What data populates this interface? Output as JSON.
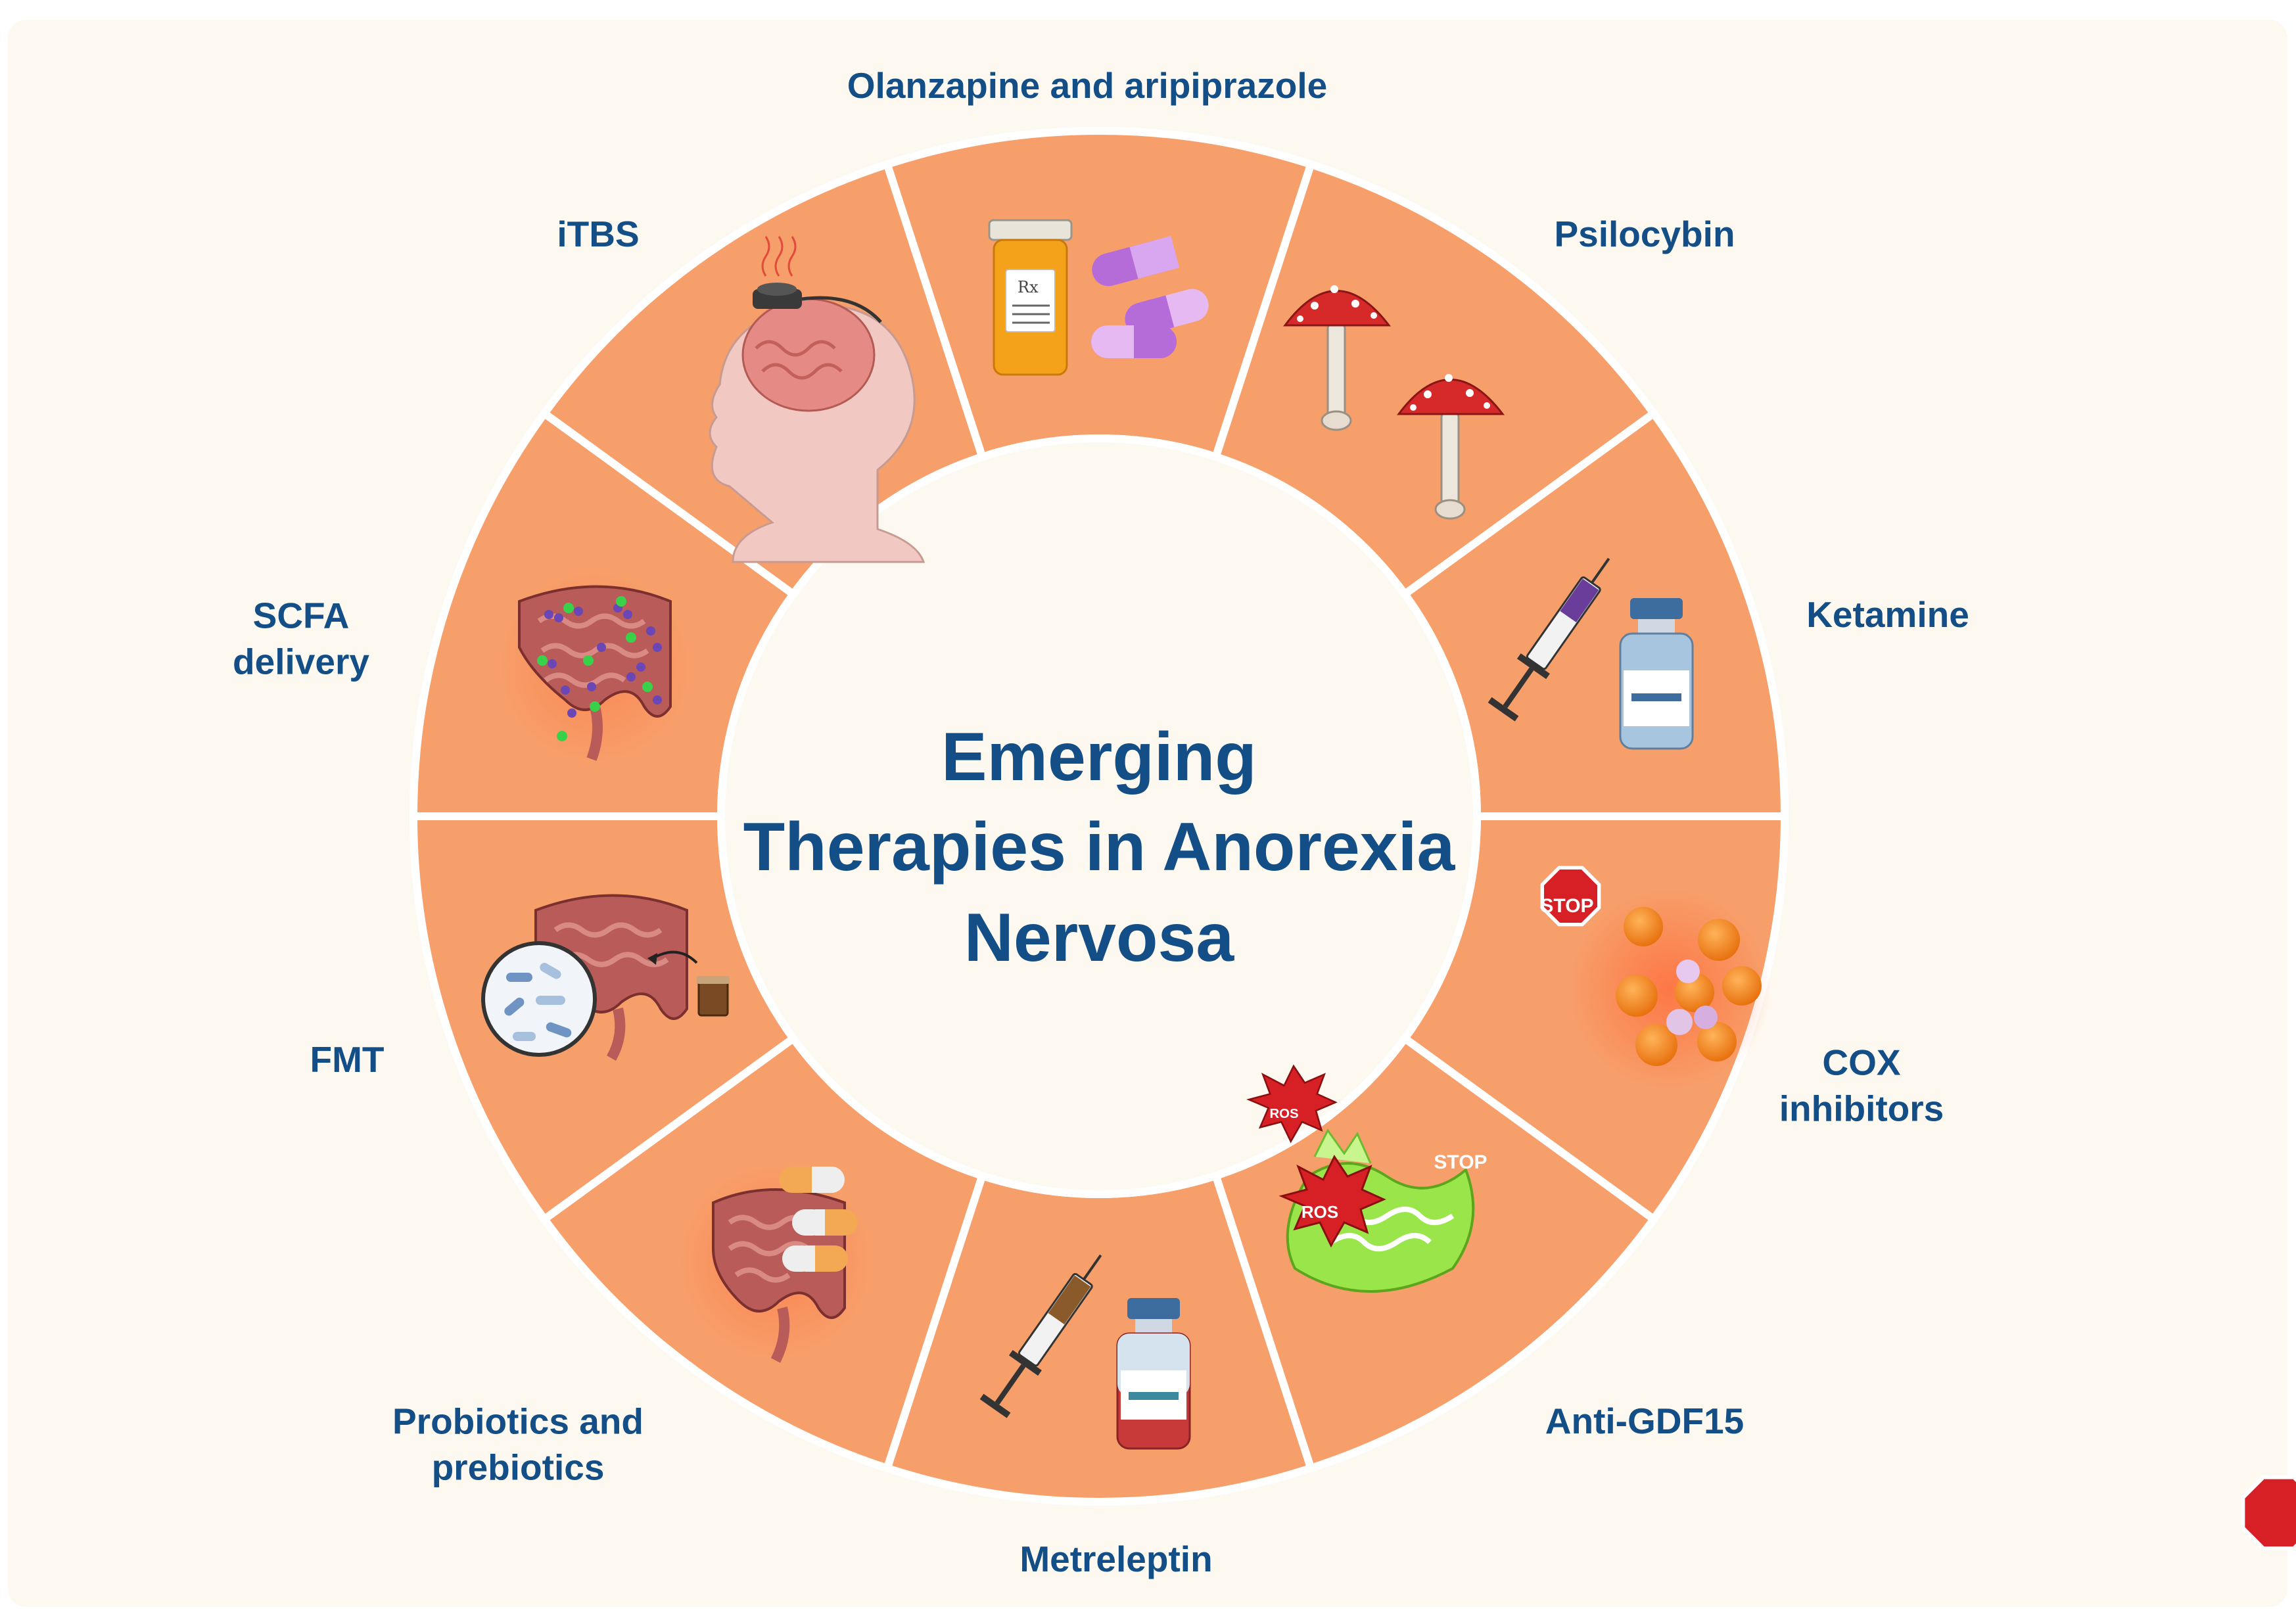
{
  "title": {
    "line1": "Emerging",
    "line2": "Therapies in Anorexia",
    "line3": "Nervosa"
  },
  "colors": {
    "segment": "#f79f6a",
    "segment_gap": "#ffffff",
    "center": "#fdf9f1",
    "background": "#fdf9f1",
    "text": "#134e86"
  },
  "segments": [
    {
      "id": "olanzapine",
      "label": "Olanzapine and aripiprazole",
      "icon": "pill-bottle-and-capsules-icon"
    },
    {
      "id": "psilocybin",
      "label": "Psilocybin",
      "icon": "mushrooms-icon"
    },
    {
      "id": "ketamine",
      "label": "Ketamine",
      "icon": "syringe-and-vial-icon"
    },
    {
      "id": "cox",
      "label_line1": "COX",
      "label_line2": "inhibitors",
      "icon": "stop-sign-and-cells-icon"
    },
    {
      "id": "anti-gdf15",
      "label": "Anti-GDF15",
      "icon": "mitochondria-ros-stop-icon",
      "icon_text": {
        "stop": "STOP",
        "ros": "ROS"
      }
    },
    {
      "id": "metreleptin",
      "label": "Metreleptin",
      "icon": "syringe-and-vial-icon"
    },
    {
      "id": "probiotics",
      "label_line1": "Probiotics and",
      "label_line2": "prebiotics",
      "icon": "intestine-with-capsules-icon"
    },
    {
      "id": "fmt",
      "label": "FMT",
      "icon": "intestine-with-bacteria-icon"
    },
    {
      "id": "scfa",
      "label_line1": "SCFA",
      "label_line2": "delivery",
      "icon": "intestine-with-molecules-icon"
    },
    {
      "id": "itbs",
      "label": "iTBS",
      "icon": "head-brain-stimulation-icon"
    }
  ]
}
